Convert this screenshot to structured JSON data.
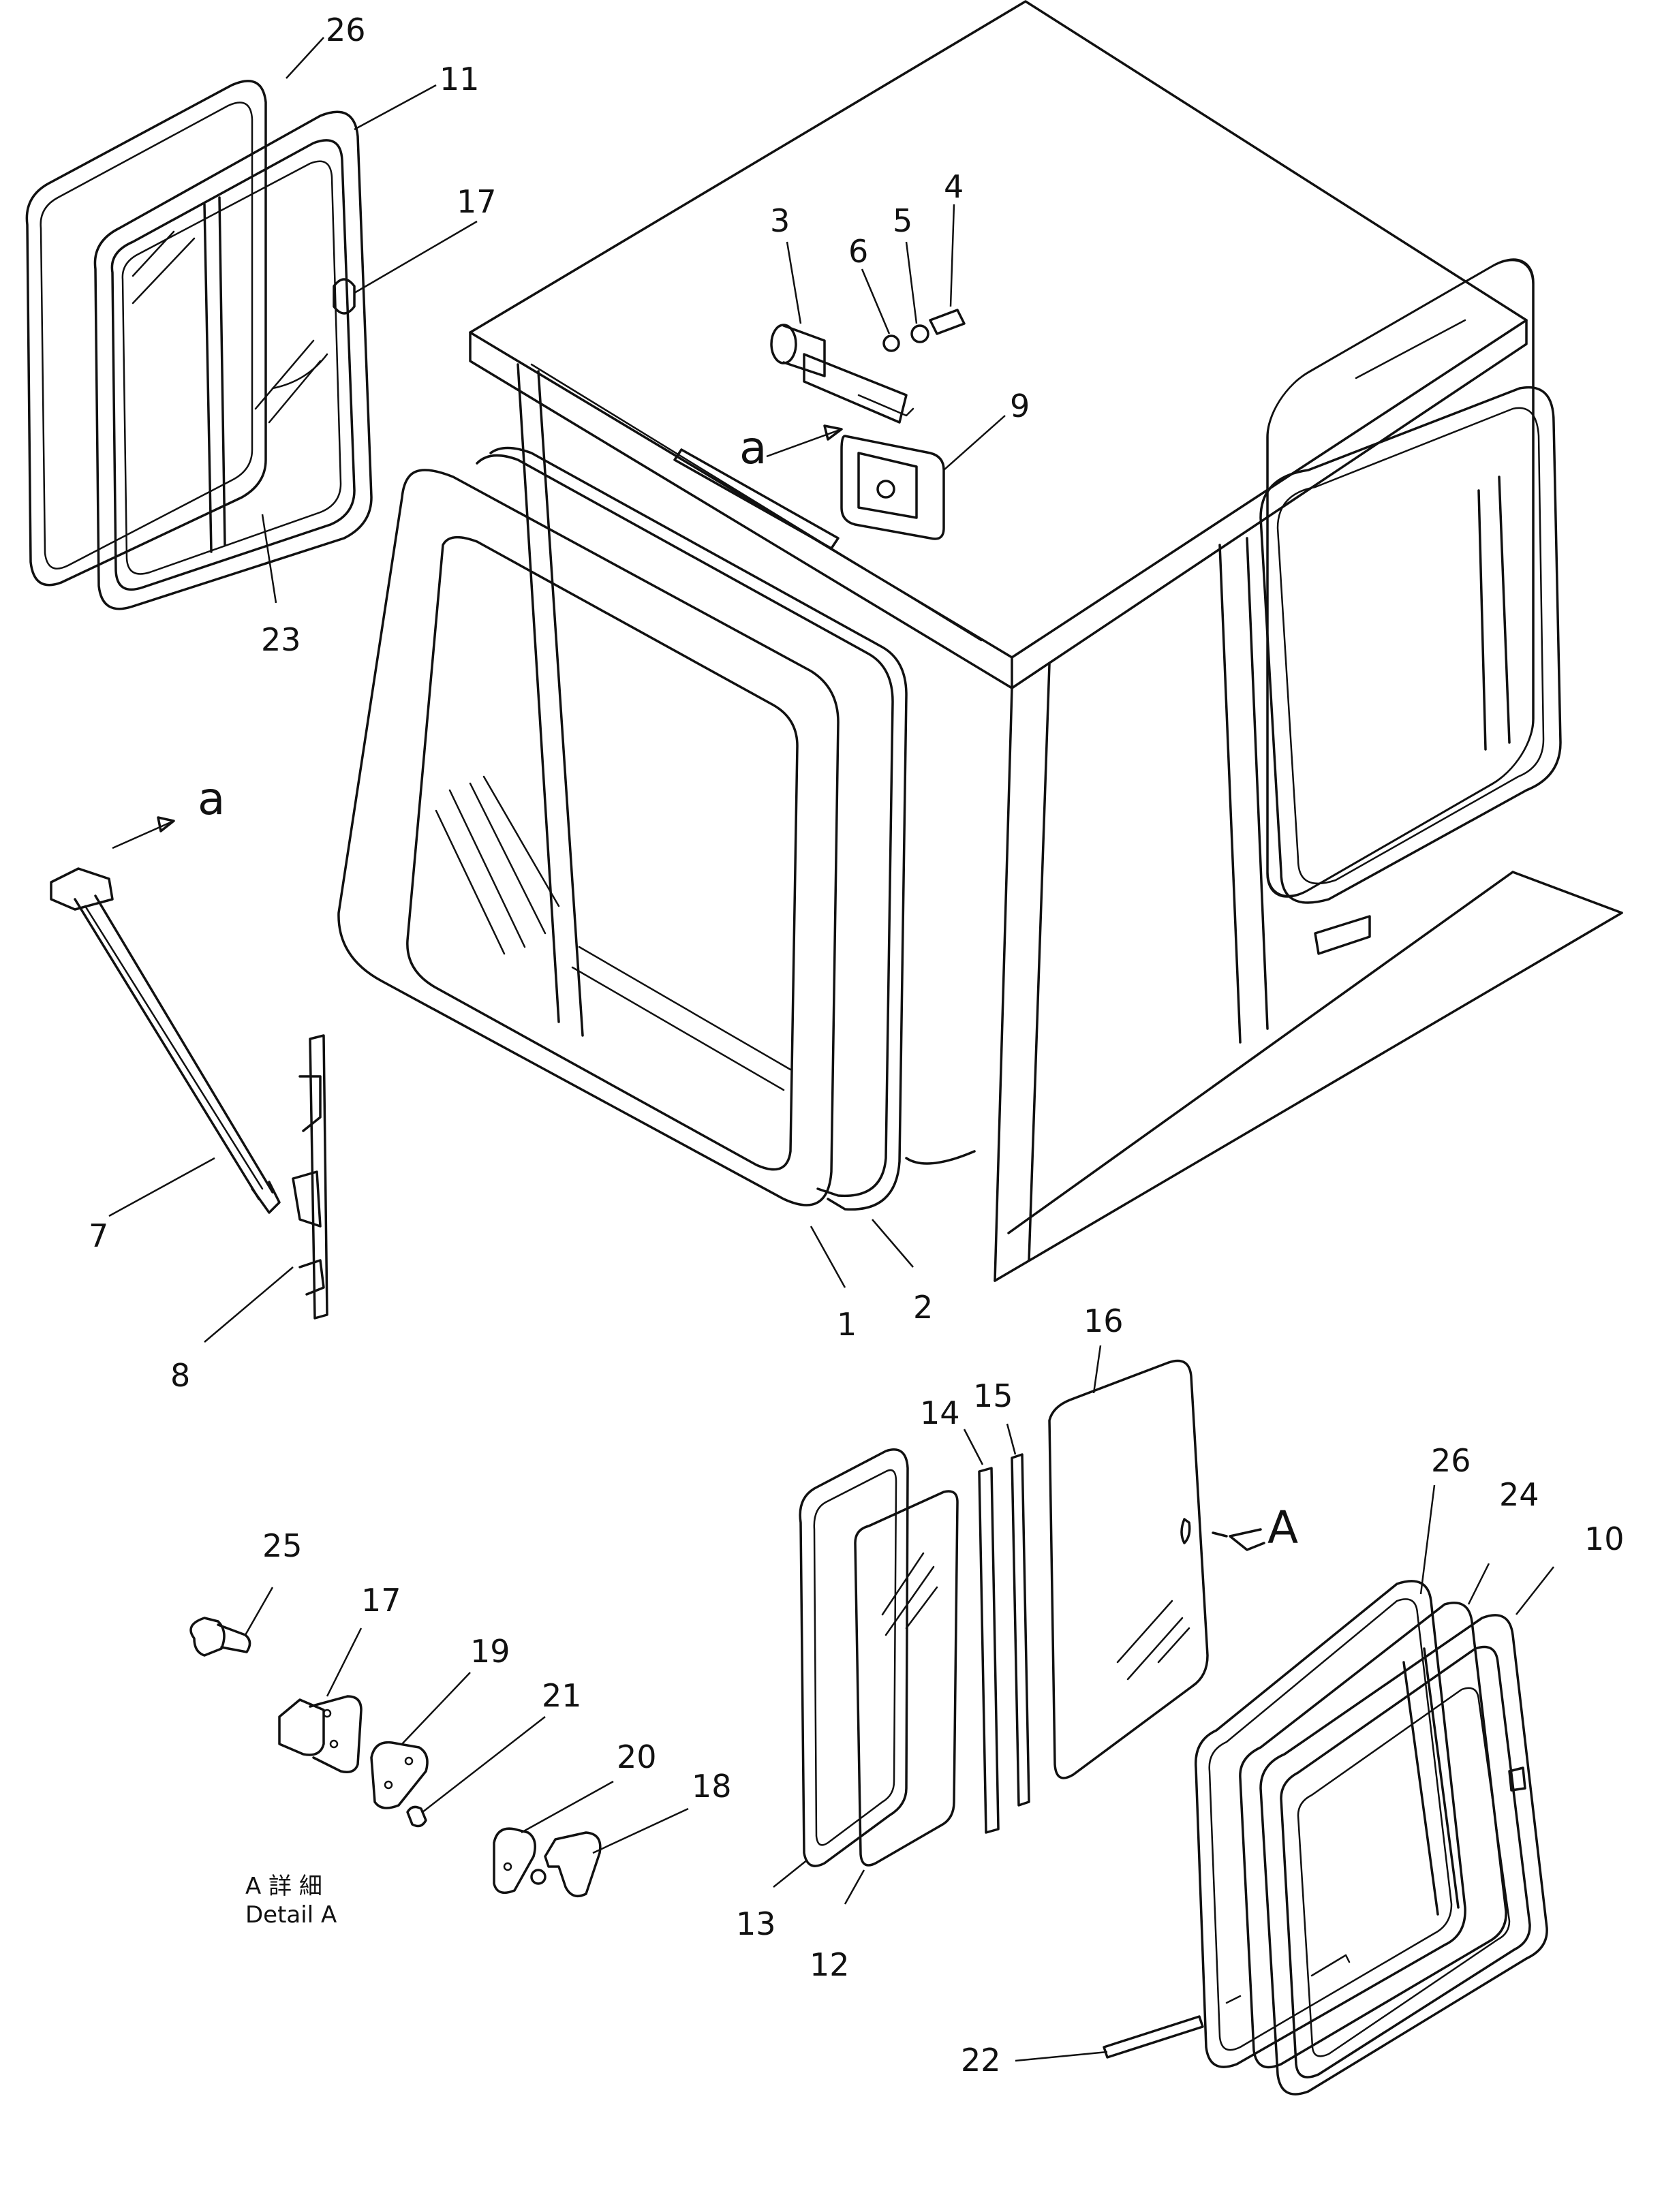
{
  "diagram": {
    "callouts": [
      {
        "id": "26a",
        "label": "26"
      },
      {
        "id": "11",
        "label": "11"
      },
      {
        "id": "17a",
        "label": "17"
      },
      {
        "id": "23",
        "label": "23"
      },
      {
        "id": "3",
        "label": "3"
      },
      {
        "id": "6",
        "label": "6"
      },
      {
        "id": "5",
        "label": "5"
      },
      {
        "id": "4",
        "label": "4"
      },
      {
        "id": "9",
        "label": "9"
      },
      {
        "id": "7",
        "label": "7"
      },
      {
        "id": "8",
        "label": "8"
      },
      {
        "id": "1",
        "label": "1"
      },
      {
        "id": "2",
        "label": "2"
      },
      {
        "id": "16",
        "label": "16"
      },
      {
        "id": "14",
        "label": "14"
      },
      {
        "id": "15",
        "label": "15"
      },
      {
        "id": "26b",
        "label": "26"
      },
      {
        "id": "24",
        "label": "24"
      },
      {
        "id": "10",
        "label": "10"
      },
      {
        "id": "25",
        "label": "25"
      },
      {
        "id": "17b",
        "label": "17"
      },
      {
        "id": "19",
        "label": "19"
      },
      {
        "id": "21",
        "label": "21"
      },
      {
        "id": "20",
        "label": "20"
      },
      {
        "id": "18",
        "label": "18"
      },
      {
        "id": "13",
        "label": "13"
      },
      {
        "id": "12",
        "label": "12"
      },
      {
        "id": "22",
        "label": "22"
      }
    ],
    "view_markers": {
      "a_top": "a",
      "a_left": "a",
      "A_right": "A"
    },
    "detail_caption": {
      "japanese": "A 詳 細",
      "english": "Detail A"
    }
  }
}
